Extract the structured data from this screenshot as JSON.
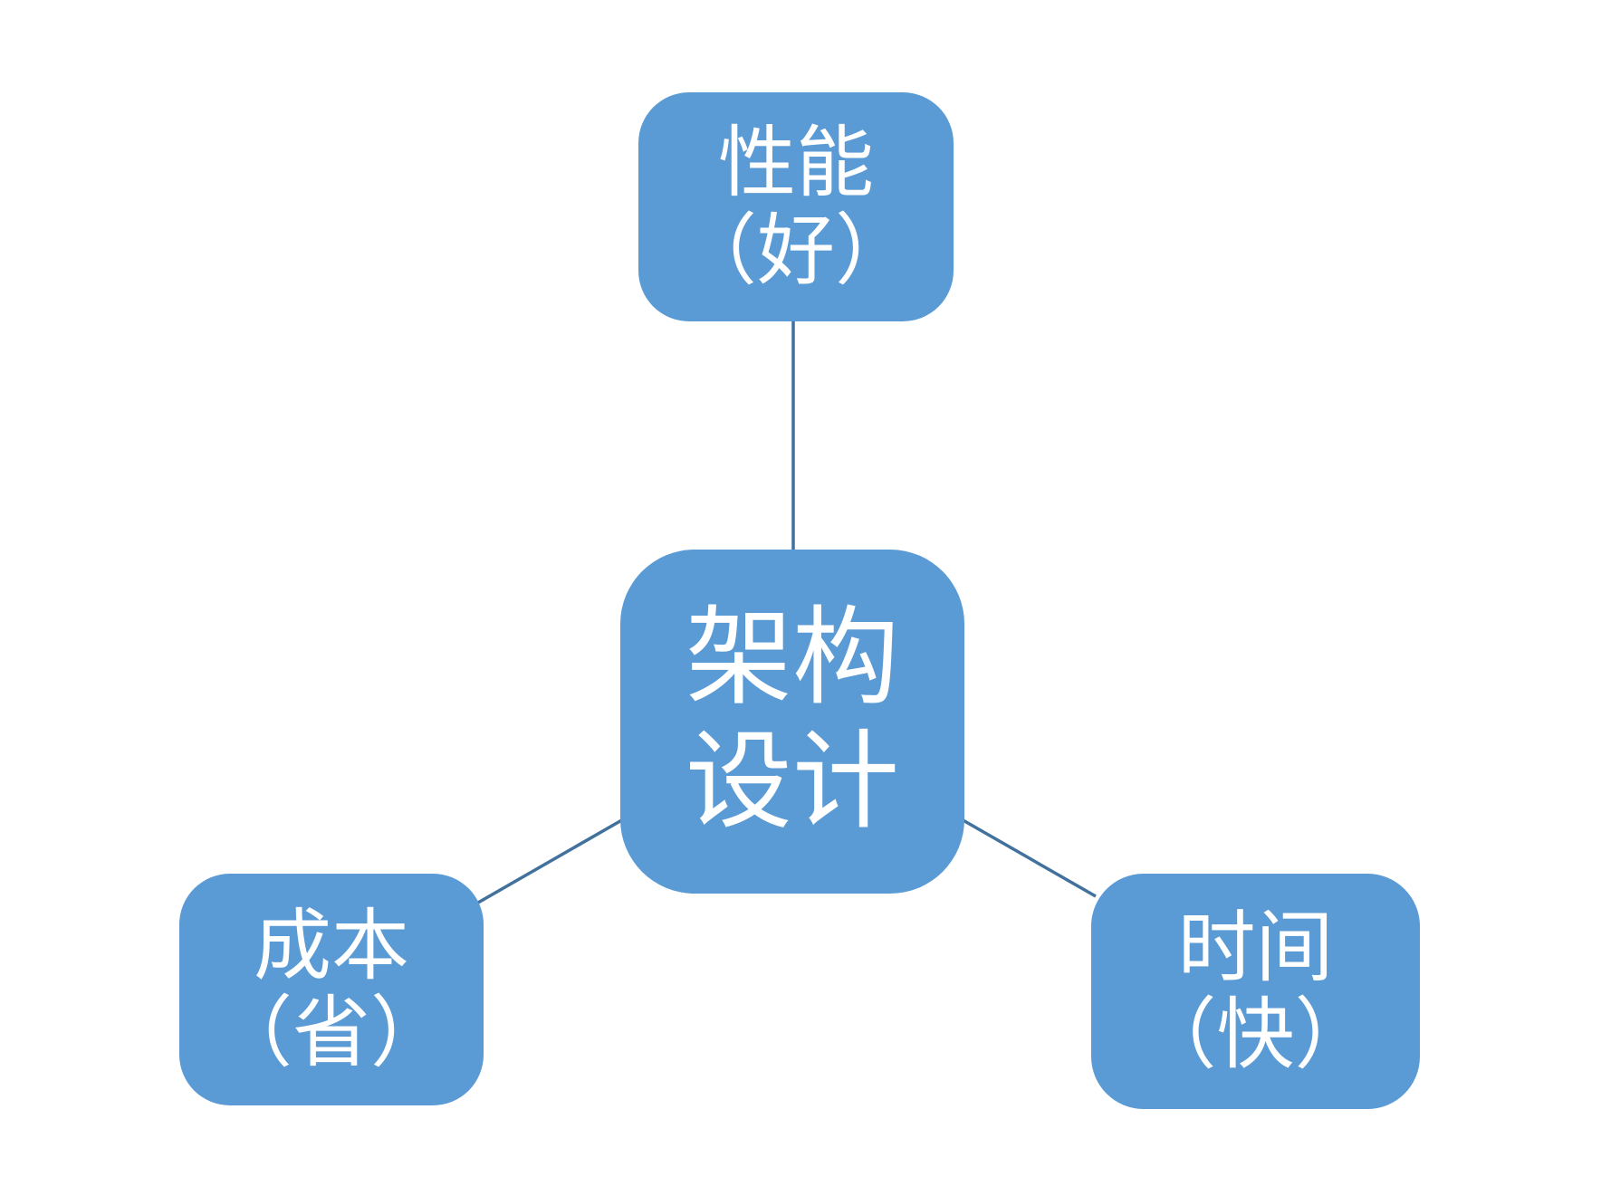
{
  "diagram": {
    "type": "relationship-diagram",
    "nodes": [
      {
        "id": "center",
        "role": "hub",
        "line1": "架构",
        "line2": "设计"
      },
      {
        "id": "performance",
        "role": "spoke",
        "line1": "性能",
        "line2": "（好）"
      },
      {
        "id": "cost",
        "role": "spoke",
        "line1": "成本",
        "line2": "（省）"
      },
      {
        "id": "time",
        "role": "spoke",
        "line1": "时间",
        "line2": "（快）"
      }
    ],
    "edges": [
      {
        "from": "center",
        "to": "performance"
      },
      {
        "from": "center",
        "to": "cost"
      },
      {
        "from": "center",
        "to": "time"
      }
    ]
  },
  "colors": {
    "node_fill": "#5B9BD5",
    "connector": "#41719C",
    "node_text": "#FFFFFF",
    "background": "#FFFFFF"
  }
}
